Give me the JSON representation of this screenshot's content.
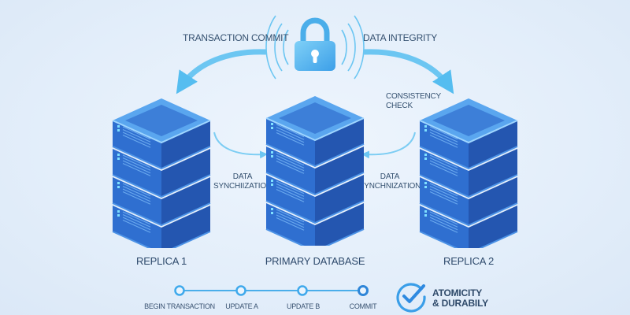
{
  "diagram": {
    "title": "Distributed database transaction replication",
    "colors": {
      "background": "#e3eefa",
      "accent": "#4ab8ee",
      "server_front": "#2f6fd0",
      "server_side": "#2456b0",
      "server_top": "#5aa6ef",
      "lock": "#4fb0ee",
      "text": "#34506f"
    },
    "lock": {
      "icon": "padlock-icon",
      "label_left": "TRANSACTION COMMIT",
      "label_right": "DATA INTEGRITY"
    },
    "consistency_check": {
      "line1": "CONSISTENCY",
      "line2": "CHECK"
    },
    "sync_left": {
      "line1": "DATA",
      "line2": "SYNCHIIZATION"
    },
    "sync_right": {
      "line1": "DATA",
      "line2": "SYNCHNIZATION"
    },
    "servers": [
      {
        "id": "replica-1",
        "label": "REPLICA 1",
        "icon": "server-stack-icon",
        "units": 4
      },
      {
        "id": "primary",
        "label": "PRIMARY DATABASE",
        "icon": "server-stack-icon",
        "units": 4
      },
      {
        "id": "replica-2",
        "label": "REPLICA 2",
        "icon": "server-stack-icon",
        "units": 4
      }
    ],
    "timeline": {
      "steps": [
        "BEGIN TRANSACTION",
        "UPDATE A",
        "UPDATE B",
        "COMMIT"
      ]
    },
    "badge": {
      "icon": "check-circle-icon",
      "line1": "ATOMICITY",
      "line2": "& DURABILY"
    }
  }
}
